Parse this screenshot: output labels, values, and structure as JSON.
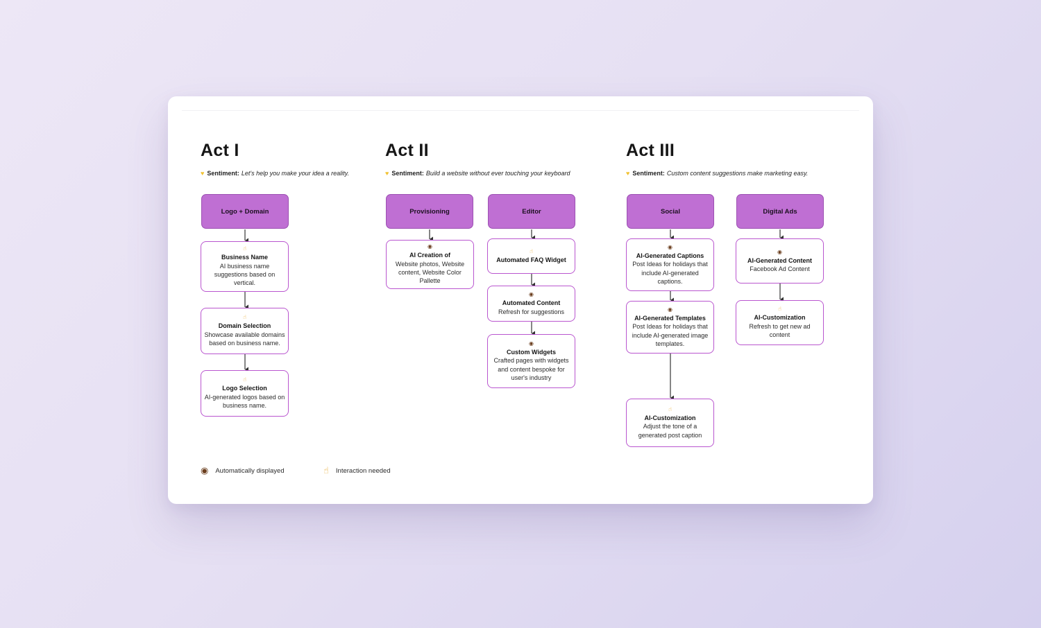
{
  "acts": [
    {
      "title": "Act I",
      "sentiment_label": "Sentiment:",
      "sentiment_text": "Let's help you make your idea a reality.",
      "columns": [
        {
          "category": "Logo + Domain",
          "nodes": [
            {
              "icon": "hand-icon",
              "title": "Business Name",
              "desc": "AI business name suggestions based on vertical."
            },
            {
              "icon": "hand-icon",
              "title": "Domain Selection",
              "desc": "Showcase available domains based on business name."
            },
            {
              "icon": "hand-icon",
              "title": "Logo Selection",
              "desc": "AI-generated logos based on business name."
            }
          ]
        }
      ]
    },
    {
      "title": "Act II",
      "sentiment_label": "Sentiment:",
      "sentiment_text": "Build a website without ever touching your keyboard",
      "columns": [
        {
          "category": "Provisioning",
          "nodes": [
            {
              "icon": "eye-icon",
              "title": "AI Creation of",
              "desc": "Website photos, Website content, Website Color Pallette"
            }
          ]
        },
        {
          "category": "Editor",
          "nodes": [
            {
              "icon": "hand-icon",
              "title": "Automated FAQ Widget",
              "desc": ""
            },
            {
              "icon": "eye-icon",
              "title": "Automated Content",
              "desc": "Refresh for suggestions"
            },
            {
              "icon": "eye-icon",
              "title": "Custom Widgets",
              "desc": "Crafted pages with widgets and content bespoke for user's industry"
            }
          ]
        }
      ]
    },
    {
      "title": "Act III",
      "sentiment_label": "Sentiment:",
      "sentiment_text": "Custom content suggestions make marketing easy.",
      "columns": [
        {
          "category": "Social",
          "nodes": [
            {
              "icon": "eye-icon",
              "title": "AI-Generated Captions",
              "desc": "Post Ideas for holidays that include AI-generated captions."
            },
            {
              "icon": "eye-icon",
              "title": "AI-Generated Templates",
              "desc": "Post Ideas for holidays that include AI-generated image templates."
            },
            {
              "icon": "hand-icon",
              "title": "AI-Customization",
              "desc": "Adjust the tone of a generated post caption"
            }
          ]
        },
        {
          "category": "Digital Ads",
          "nodes": [
            {
              "icon": "eye-icon",
              "title": "AI-Generated Content",
              "desc": "Facebook Ad Content"
            },
            {
              "icon": "hand-icon",
              "title": "AI-Customization",
              "desc": "Refresh to get new ad content"
            }
          ]
        }
      ]
    }
  ],
  "legend": [
    {
      "icon": "eye-icon",
      "label": "Automatically displayed"
    },
    {
      "icon": "hand-icon",
      "label": "Interaction needed"
    }
  ],
  "colors": {
    "category_fill": "#bf6fd3",
    "node_border": "#b955cf",
    "arrow": "#333333",
    "sentiment_heart": "#f1c232"
  }
}
